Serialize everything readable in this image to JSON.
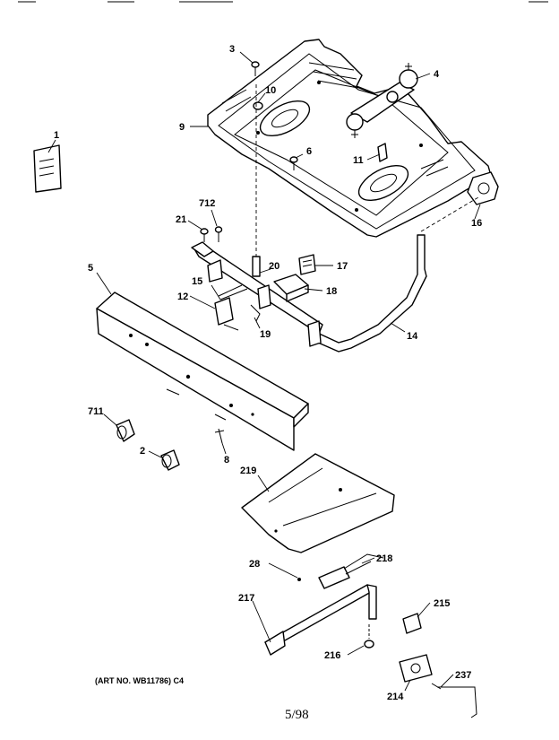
{
  "labels": {
    "p1": "1",
    "p2": "2",
    "p3": "3",
    "p4": "4",
    "p5": "5",
    "p6": "6",
    "p8": "8",
    "p9": "9",
    "p10": "10",
    "p11": "11",
    "p12": "12",
    "p14": "14",
    "p15": "15",
    "p16": "16",
    "p17": "17",
    "p18": "18",
    "p19": "19",
    "p20": "20",
    "p21": "21",
    "p28": "28",
    "p214": "214",
    "p215": "215",
    "p216": "216",
    "p217": "217",
    "p218": "218",
    "p219": "219",
    "p237": "237",
    "p711": "711",
    "p712": "712"
  },
  "footer": {
    "art_number": "(ART NO. WB11786) C4",
    "page_date": "5/98"
  }
}
